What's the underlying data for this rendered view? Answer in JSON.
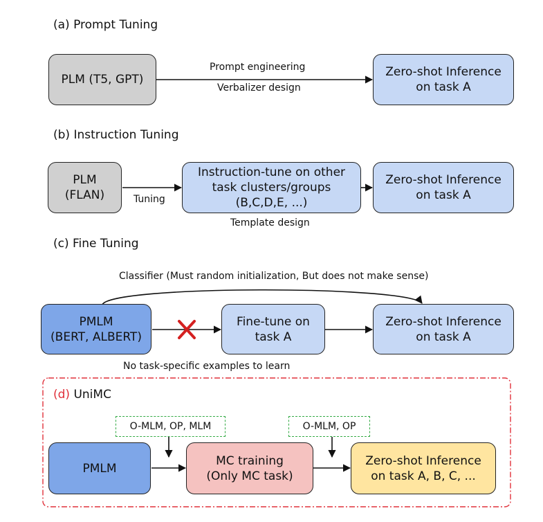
{
  "a": {
    "title": "(a) Prompt Tuning",
    "plm": "PLM (T5, GPT)",
    "label1": "Prompt engineering",
    "label2": "Verbalizer design",
    "zero": "Zero-shot Inference\non task A"
  },
  "b": {
    "title": "(b) Instruction Tuning",
    "plm": "PLM\n(FLAN)",
    "tuning": "Tuning",
    "instr": "Instruction-tune on  other\ntask clusters/groups\n(B,C,D,E, ...)",
    "template": "Template design",
    "zero": "Zero-shot Inference\non task A"
  },
  "c": {
    "title": "(c) Fine Tuning",
    "classifier": "Classifier (Must random initialization, But does not make sense)",
    "pmlm": "PMLM\n(BERT, ALBERT)",
    "finetune": "Fine-tune on\ntask A",
    "zero": "Zero-shot Inference\non task A",
    "note": "No task-specific examples to learn"
  },
  "d": {
    "title_prefix": "(d)",
    "title_name": "UniMC",
    "pmlm": "PMLM",
    "obj1": "O-MLM, OP, MLM",
    "mc": "MC training\n(Only MC task)",
    "obj2": "O-MLM, OP",
    "zero": "Zero-shot Inference\non task A, B, C, ..."
  },
  "colors": {
    "gray": "#d0d0d0",
    "light_blue": "#c6d8f5",
    "blue": "#7ea6e8",
    "pink": "#f5c2c0",
    "yellow": "#ffe5a0",
    "red_dash": "#e0303a",
    "green_dash": "#33aa44",
    "cross": "#d42020"
  }
}
